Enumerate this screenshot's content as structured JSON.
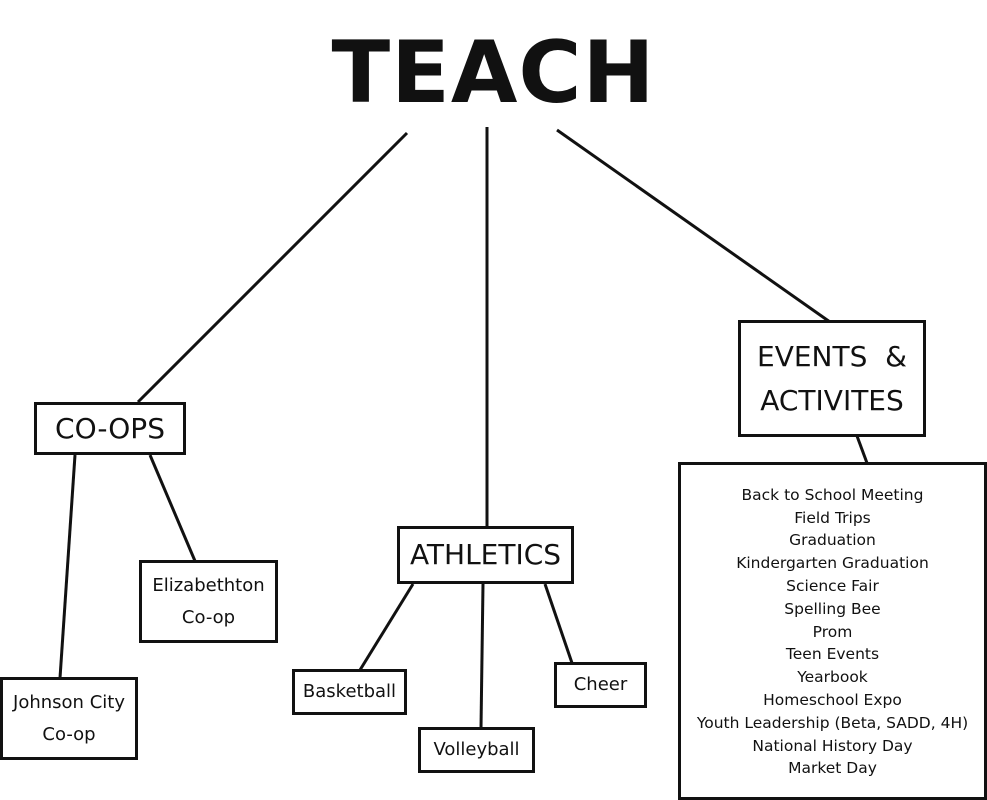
{
  "title": "TEACH",
  "nodes": {
    "coops": "CO-OPS",
    "athletics": "ATHLETICS",
    "events": {
      "line1": "EVENTS  &",
      "line2": "ACTIVITES"
    },
    "elizabethton": {
      "line1": "Elizabethton",
      "line2": "Co-op"
    },
    "johnson_city": {
      "line1": "Johnson City",
      "line2": "Co-op"
    },
    "basketball": "Basketball",
    "volleyball": "Volleyball",
    "cheer": "Cheer"
  },
  "events_list": [
    "Back to School Meeting",
    "Field Trips",
    "Graduation",
    "Kindergarten Graduation",
    "Science Fair",
    "Spelling Bee",
    "Prom",
    "Teen Events",
    "Yearbook",
    "Homeschool Expo",
    "Youth Leadership (Beta, SADD, 4H)",
    "National History Day",
    "Market Day"
  ]
}
